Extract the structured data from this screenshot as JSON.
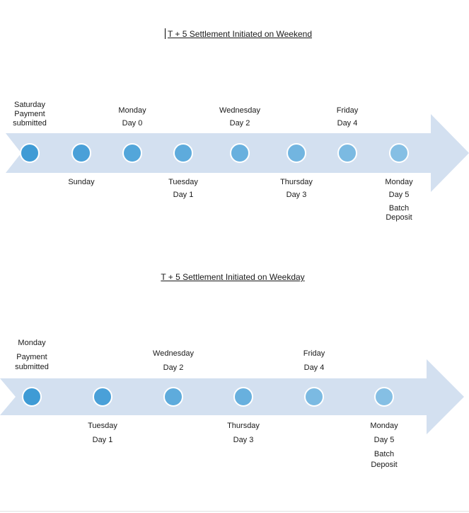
{
  "colors": {
    "arrow": "#d3e0f0",
    "dot_border": "#ffffff",
    "dot_shades": [
      "#3f9bd5",
      "#4aa0d8",
      "#53a6da",
      "#5eabdc",
      "#68b0de",
      "#72b5e0",
      "#7bbae2",
      "#85bfe4"
    ]
  },
  "timelines": [
    {
      "title": "T + 5 Settlement Initiated on Weekend",
      "top_labels": [
        {
          "lines": [
            "Saturday",
            "Payment",
            "submitted"
          ]
        },
        {
          "lines": [
            "Monday",
            "Day 0"
          ]
        },
        {
          "lines": [
            "Wednesday",
            "Day 2"
          ]
        },
        {
          "lines": [
            "Friday",
            "Day 4"
          ]
        }
      ],
      "bottom_labels": [
        {
          "lines": [
            "Sunday"
          ]
        },
        {
          "lines": [
            "Tuesday",
            "Day 1"
          ]
        },
        {
          "lines": [
            "Thursday",
            "Day 3"
          ]
        },
        {
          "lines": [
            "Monday",
            "Day 5",
            "Batch",
            "Deposit"
          ]
        }
      ]
    },
    {
      "title": "T + 5 Settlement Initiated on Weekday",
      "top_labels": [
        {
          "lines": [
            "Monday",
            "Payment",
            "submitted"
          ]
        },
        {
          "lines": [
            "Wednesday",
            "Day 2"
          ]
        },
        {
          "lines": [
            "Friday",
            "Day 4"
          ]
        }
      ],
      "bottom_labels": [
        {
          "lines": [
            "Tuesday",
            "Day 1"
          ]
        },
        {
          "lines": [
            "Thursday",
            "Day 3"
          ]
        },
        {
          "lines": [
            "Monday",
            "Day 5",
            "Batch",
            "Deposit"
          ]
        }
      ]
    }
  ]
}
